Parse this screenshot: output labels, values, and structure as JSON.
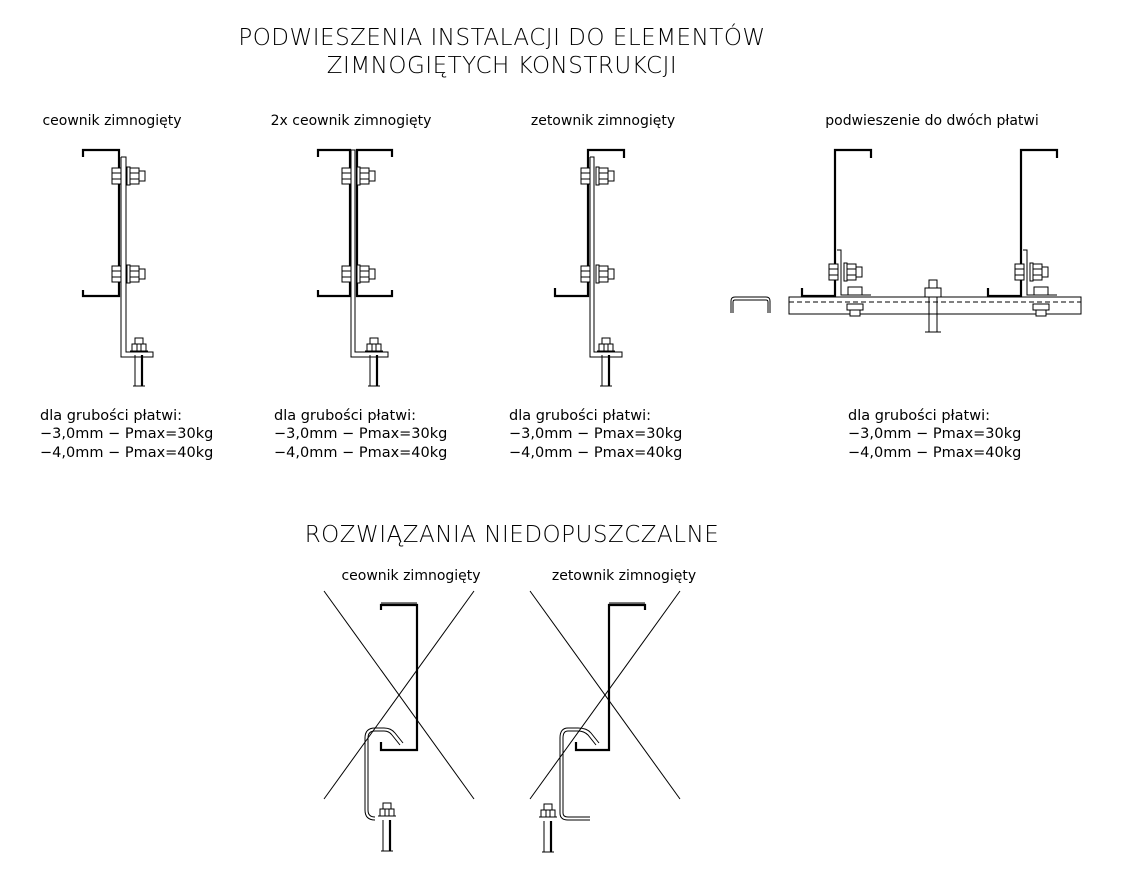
{
  "title": {
    "line1": "PODWIESZENIA INSTALACJI DO ELEMENTÓW",
    "line2": "ZIMNOGIĘTYCH KONSTRUKCJI"
  },
  "allowed": [
    {
      "caption": "ceownik zimnogięty",
      "notes": [
        "dla grubości płatwi:",
        "−3,0mm  −  Pmax=30kg",
        "−4,0mm  −  Pmax=40kg"
      ]
    },
    {
      "caption": "2x ceownik zimnogięty",
      "notes": [
        "dla grubości płatwi:",
        "−3,0mm  −  Pmax=30kg",
        "−4,0mm  −  Pmax=40kg"
      ]
    },
    {
      "caption": "zetownik zimnogięty",
      "notes": [
        "dla grubości płatwi:",
        "−3,0mm  −  Pmax=30kg",
        "−4,0mm  −  Pmax=40kg"
      ]
    },
    {
      "caption": "podwieszenie do dwóch płatwi",
      "notes": [
        "dla grubości płatwi:",
        "−3,0mm  −  Pmax=30kg",
        "−4,0mm  −  Pmax=40kg"
      ]
    }
  ],
  "forbidden": {
    "title": "ROZWIĄZANIA NIEDOPUSZCZALNE",
    "items": [
      {
        "caption": "ceownik zimnogięty"
      },
      {
        "caption": "zetownik zimnogięty"
      }
    ]
  }
}
